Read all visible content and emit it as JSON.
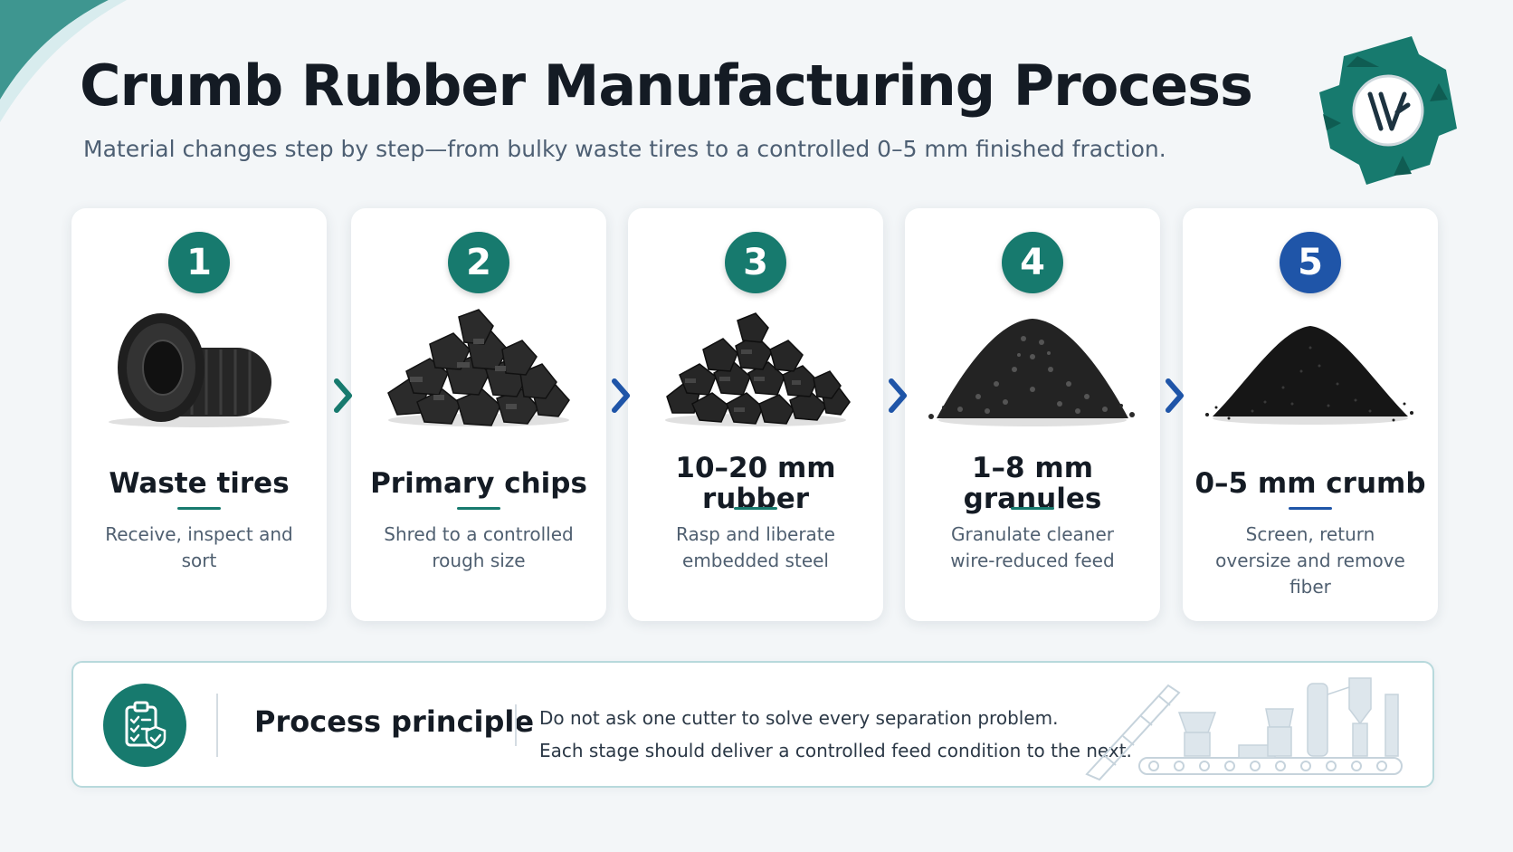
{
  "header": {
    "title": "Crumb Rubber Manufacturing Process",
    "subtitle": "Material changes step by step—from bulky waste tires to a controlled 0–5 mm finished fraction."
  },
  "steps": [
    {
      "number": "1",
      "title": "Waste tires",
      "description": "Receive, inspect and sort",
      "accent": "#177a6e"
    },
    {
      "number": "2",
      "title": "Primary chips",
      "description": "Shred to a controlled rough size",
      "accent": "#177a6e"
    },
    {
      "number": "3",
      "title": "10–20 mm rubber",
      "description": "Rasp and liberate embedded steel",
      "accent": "#177a6e"
    },
    {
      "number": "4",
      "title": "1–8 mm granules",
      "description": "Granulate cleaner wire-reduced feed",
      "accent": "#177a6e"
    },
    {
      "number": "5",
      "title": "0–5 mm crumb",
      "description": "Screen, return oversize and remove fiber",
      "accent": "#1f55a8"
    }
  ],
  "principle": {
    "title": "Process principle",
    "lines": [
      "Do not ask one cutter to solve every separation problem.",
      "Each stage should deliver a controlled feed condition to the next."
    ]
  },
  "colors": {
    "teal": "#177a6e",
    "blue": "#1f55a8",
    "background": "#f3f6f8"
  },
  "icons": {
    "logo": "shredder-blade-logo-icon",
    "principle": "clipboard-checklist-shield-icon",
    "arrow": "chevron-right-icon"
  }
}
